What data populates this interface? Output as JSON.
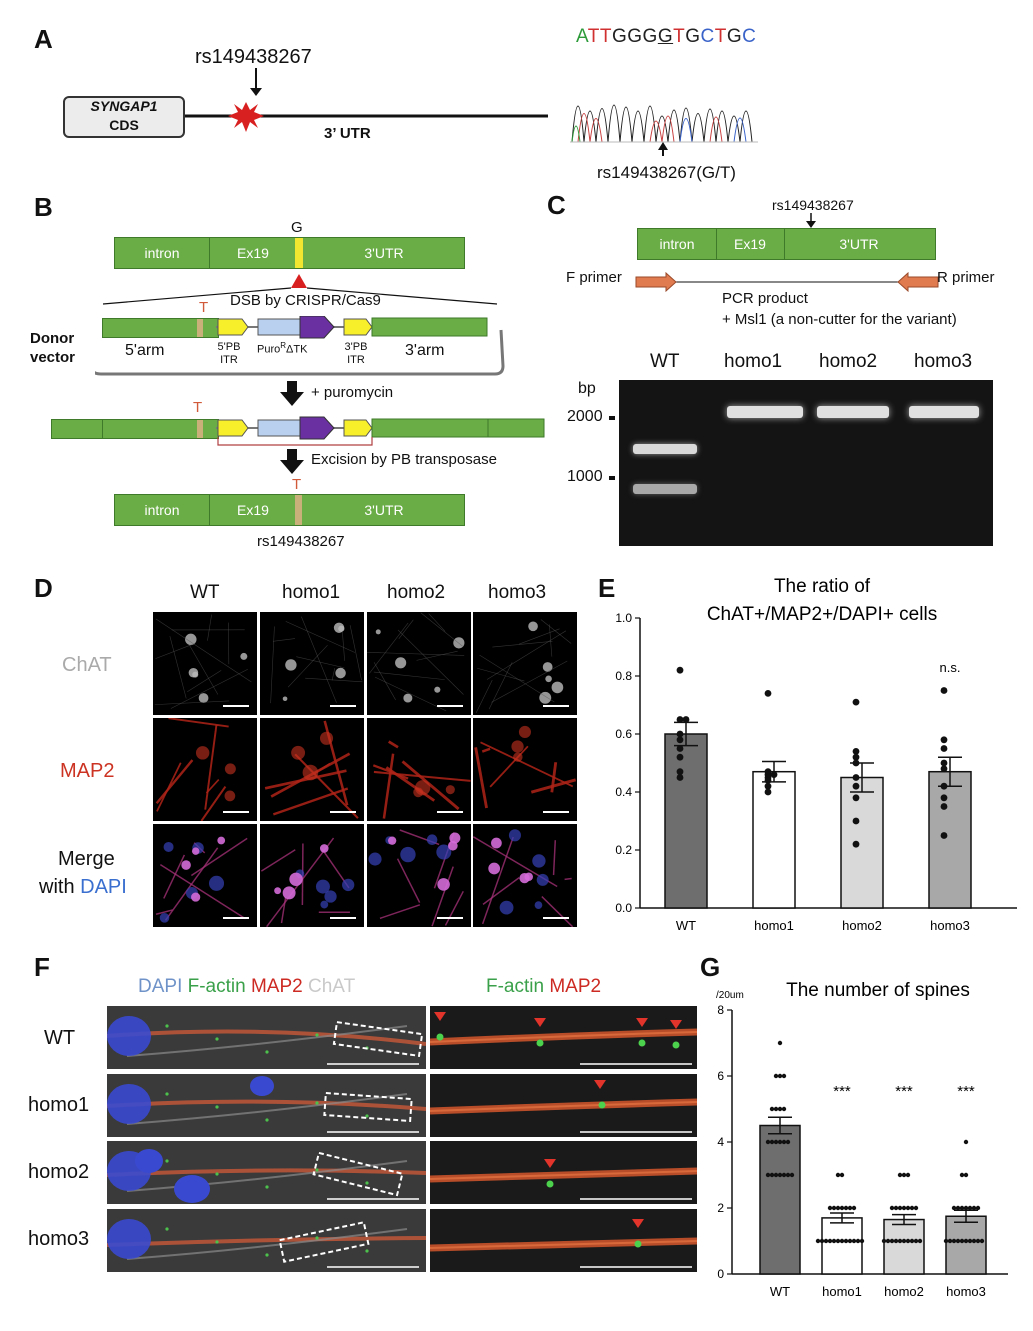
{
  "panels": {
    "A": {
      "label": "A",
      "snp": "rs149438267",
      "cds_gene": "SYNGAP1",
      "cds_suffix": "CDS",
      "utr": "3’ UTR",
      "sequence": [
        {
          "ch": "A",
          "color": "#2e9b3a",
          "underline": false
        },
        {
          "ch": "T",
          "color": "#d03030",
          "underline": false
        },
        {
          "ch": "T",
          "color": "#d03030",
          "underline": false
        },
        {
          "ch": "G",
          "color": "#222222",
          "underline": false
        },
        {
          "ch": "G",
          "color": "#222222",
          "underline": false
        },
        {
          "ch": "G",
          "color": "#222222",
          "underline": false
        },
        {
          "ch": "G",
          "color": "#222222",
          "underline": true
        },
        {
          "ch": "T",
          "color": "#d03030",
          "underline": false
        },
        {
          "ch": "G",
          "color": "#222222",
          "underline": false
        },
        {
          "ch": "C",
          "color": "#3a63c9",
          "underline": false
        },
        {
          "ch": "T",
          "color": "#d03030",
          "underline": false
        },
        {
          "ch": "G",
          "color": "#222222",
          "underline": false
        },
        {
          "ch": "C",
          "color": "#3a63c9",
          "underline": false
        }
      ],
      "chromatogram_caption": "rs149438267(G/T)"
    },
    "B": {
      "label": "B",
      "allele_top": "G",
      "allele_edit": "T",
      "gene_segments": [
        "intron",
        "Ex19",
        "3'UTR"
      ],
      "dsb": "DSB by CRISPR/Cas9",
      "donor_label": "Donor vector",
      "arm5": "5'arm",
      "arm3": "3'arm",
      "pb5": "5'PB ITR",
      "pb3": "3'PB ITR",
      "puro": "Puro",
      "puro_sup": "R",
      "tk": "ΔTK",
      "puromycin": "+ puromycin",
      "excision": "Excision by PB transposase",
      "snp": "rs149438267"
    },
    "C": {
      "label": "C",
      "snp": "rs149438267",
      "gene_segments": [
        "intron",
        "Ex19",
        "3'UTR"
      ],
      "f_primer": "F primer",
      "r_primer": "R primer",
      "pcr_line1": "PCR product",
      "pcr_line2": "+ Msl1 (a non-cutter for the variant)",
      "lanes": [
        "WT",
        "homo1",
        "homo2",
        "homo3"
      ],
      "bp_label": "bp",
      "markers": [
        "2000",
        "1000"
      ]
    },
    "D": {
      "label": "D",
      "columns": [
        "WT",
        "homo1",
        "homo2",
        "homo3"
      ],
      "row_chat": "ChAT",
      "row_map2": "MAP2",
      "row_merge_1": "Merge",
      "row_merge_2a": "with ",
      "row_merge_2b": "DAPI",
      "colors": {
        "chat": "#aaaaaa",
        "map2": "#cc3322",
        "dapi": "#3a6fd0"
      }
    },
    "F": {
      "label": "F",
      "header_left": [
        "DAPI",
        "F-actin",
        "MAP2",
        "ChAT"
      ],
      "header_left_colors": [
        "#6f93c8",
        "#3aa14a",
        "#cc2a22",
        "#c9c9c9"
      ],
      "header_right": [
        "F-actin",
        "MAP2"
      ],
      "header_right_colors": [
        "#3aa14a",
        "#cc2a22"
      ],
      "rows": [
        "WT",
        "homo1",
        "homo2",
        "homo3"
      ]
    },
    "E_label": "E",
    "G_label": "G"
  },
  "chart_data": [
    {
      "type": "bar",
      "panel": "E",
      "title_line1": "The ratio of",
      "title_line2": "ChAT+/MAP2+/DAPI+ cells",
      "categories": [
        "WT",
        "homo1",
        "homo2",
        "homo3"
      ],
      "values": [
        0.6,
        0.47,
        0.45,
        0.47
      ],
      "sem": [
        0.04,
        0.035,
        0.05,
        0.05
      ],
      "points": [
        [
          0.82,
          0.65,
          0.65,
          0.6,
          0.58,
          0.55,
          0.52,
          0.47,
          0.45
        ],
        [
          0.74,
          0.47,
          0.46,
          0.46,
          0.45,
          0.44,
          0.42,
          0.4
        ],
        [
          0.71,
          0.54,
          0.52,
          0.5,
          0.45,
          0.42,
          0.38,
          0.3,
          0.22
        ],
        [
          0.75,
          0.58,
          0.55,
          0.5,
          0.48,
          0.42,
          0.38,
          0.35,
          0.25
        ]
      ],
      "bar_colors": [
        "#6e6e6e",
        "#ffffff",
        "#d9d9d9",
        "#a8a8a8"
      ],
      "annotations": [
        "",
        "",
        "",
        "n.s."
      ],
      "ylim": [
        0,
        1.0
      ],
      "yticks": [
        "0.0",
        "0.2",
        "0.4",
        "0.6",
        "0.8",
        "1.0"
      ]
    },
    {
      "type": "bar",
      "panel": "G",
      "title": "The number of spines",
      "unit_label": "/20um",
      "categories": [
        "WT",
        "homo1",
        "homo2",
        "homo3"
      ],
      "values": [
        4.5,
        1.7,
        1.65,
        1.75
      ],
      "sem": [
        0.25,
        0.15,
        0.15,
        0.18
      ],
      "points": [
        [
          7,
          6,
          6,
          6,
          5,
          5,
          5,
          5,
          4,
          4,
          4,
          4,
          4,
          4,
          3,
          3,
          3,
          3,
          3,
          3,
          3
        ],
        [
          3,
          3,
          2,
          2,
          2,
          2,
          2,
          2,
          2,
          1,
          1,
          1,
          1,
          1,
          1,
          1,
          1,
          1,
          1,
          1,
          1
        ],
        [
          3,
          3,
          3,
          2,
          2,
          2,
          2,
          2,
          2,
          2,
          1,
          1,
          1,
          1,
          1,
          1,
          1,
          1,
          1,
          1
        ],
        [
          4,
          3,
          3,
          2,
          2,
          2,
          2,
          2,
          2,
          2,
          1,
          1,
          1,
          1,
          1,
          1,
          1,
          1,
          1,
          1
        ]
      ],
      "bar_colors": [
        "#6e6e6e",
        "#ffffff",
        "#d9d9d9",
        "#a8a8a8"
      ],
      "annotations": [
        "",
        "***",
        "***",
        "***"
      ],
      "ylim": [
        0,
        8
      ],
      "yticks": [
        "0",
        "2",
        "4",
        "6",
        "8"
      ]
    }
  ]
}
